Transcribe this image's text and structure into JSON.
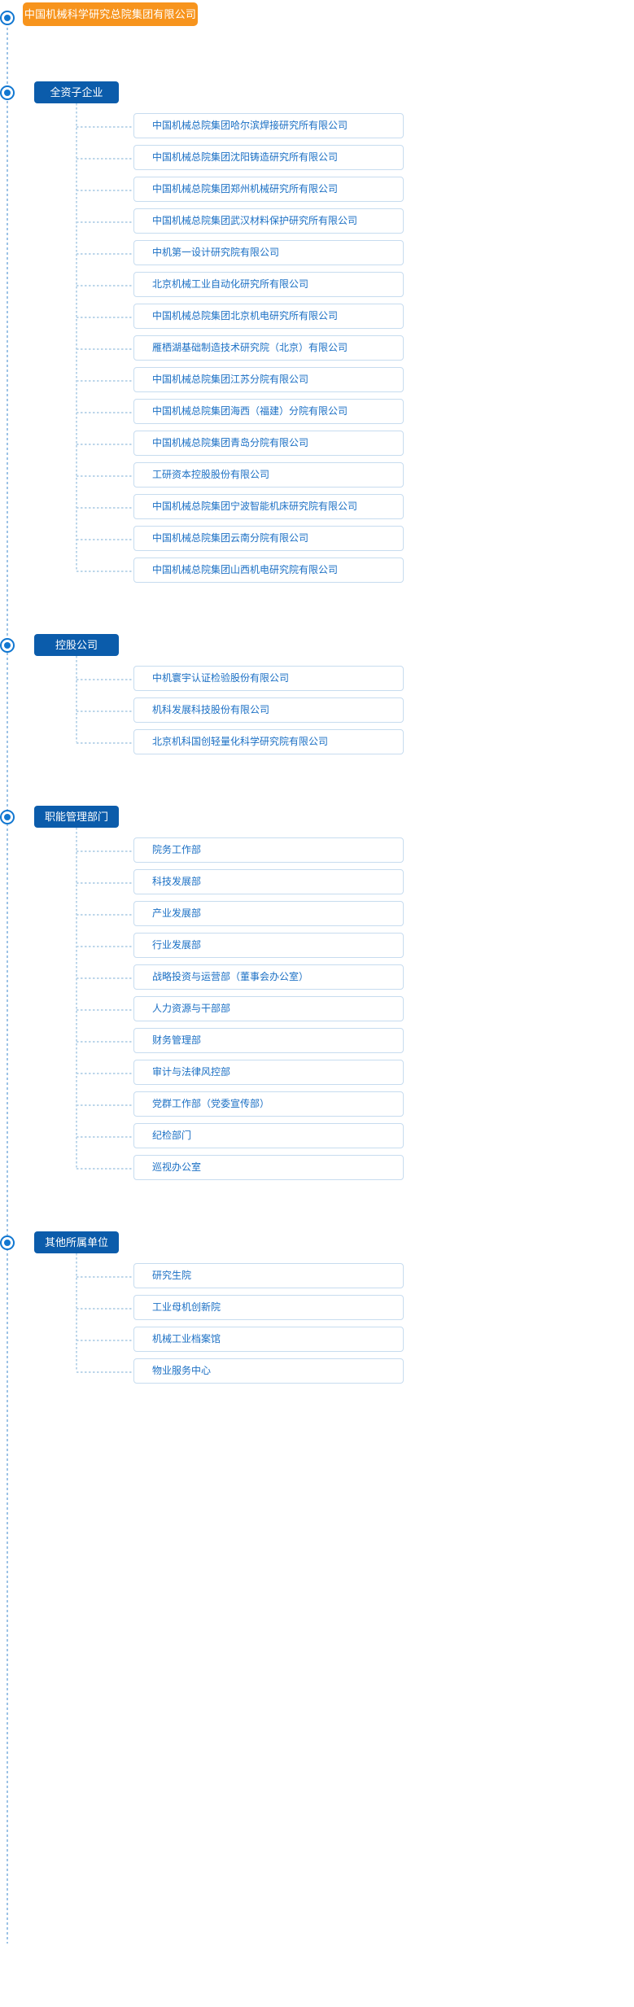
{
  "colors": {
    "root_bg": "#f7941d",
    "group_bg": "#0b5cab",
    "item_border": "#c7dcef",
    "item_text": "#1a6fc4",
    "line": "#bcd6ea",
    "marker": "#1177d1"
  },
  "root": {
    "label": "中国机械科学研究总院集团有限公司"
  },
  "groups": [
    {
      "label": "全资子企业",
      "items": [
        "中国机械总院集团哈尔滨焊接研究所有限公司",
        "中国机械总院集团沈阳铸造研究所有限公司",
        "中国机械总院集团郑州机械研究所有限公司",
        "中国机械总院集团武汉材料保护研究所有限公司",
        "中机第一设计研究院有限公司",
        "北京机械工业自动化研究所有限公司",
        "中国机械总院集团北京机电研究所有限公司",
        "雁栖湖基础制造技术研究院（北京）有限公司",
        "中国机械总院集团江苏分院有限公司",
        "中国机械总院集团海西（福建）分院有限公司",
        "中国机械总院集团青岛分院有限公司",
        "工研资本控股股份有限公司",
        "中国机械总院集团宁波智能机床研究院有限公司",
        "中国机械总院集团云南分院有限公司",
        "中国机械总院集团山西机电研究院有限公司"
      ]
    },
    {
      "label": "控股公司",
      "items": [
        "中机寰宇认证检验股份有限公司",
        "机科发展科技股份有限公司",
        "北京机科国创轻量化科学研究院有限公司"
      ]
    },
    {
      "label": "职能管理部门",
      "items": [
        "院务工作部",
        "科技发展部",
        "产业发展部",
        "行业发展部",
        "战略投资与运营部（董事会办公室）",
        "人力资源与干部部",
        "财务管理部",
        "审计与法律风控部",
        "党群工作部（党委宣传部）",
        "纪检部门",
        "巡视办公室"
      ]
    },
    {
      "label": "其他所属单位",
      "items": [
        "研究生院",
        "工业母机创新院",
        "机械工业档案馆",
        "物业服务中心"
      ]
    }
  ]
}
